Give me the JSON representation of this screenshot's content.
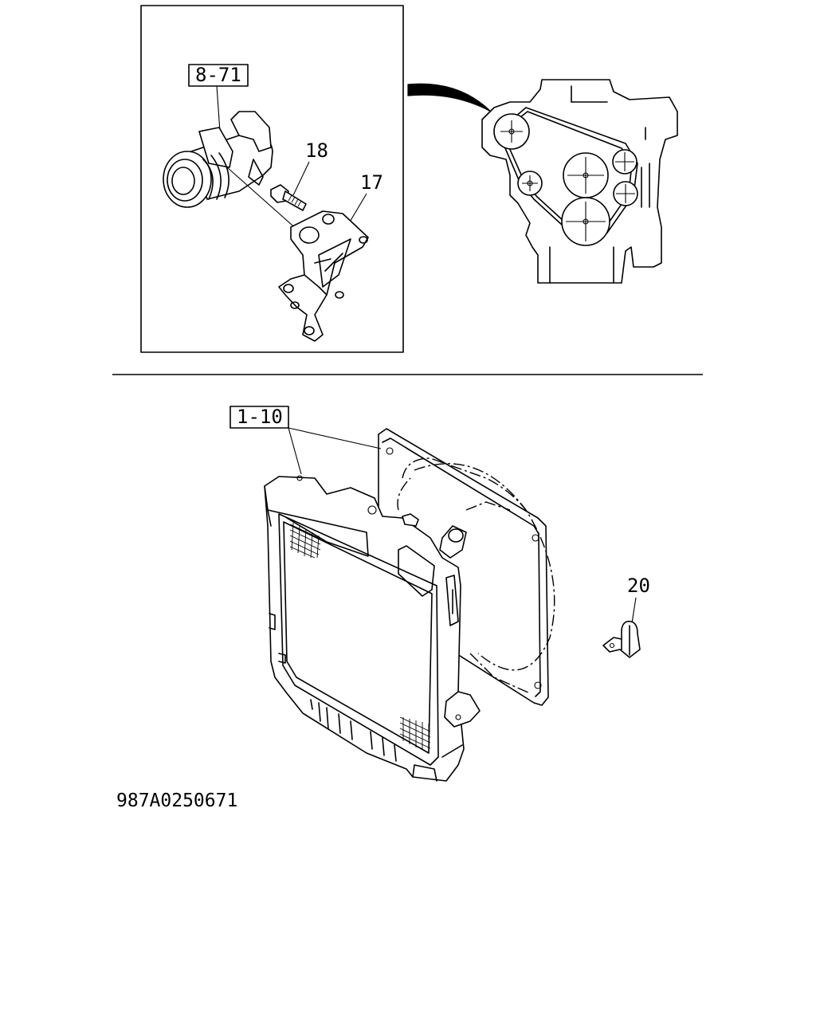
{
  "labels": {
    "compressor_ref": "8-71",
    "bolt_number": "18",
    "bracket_number": "17",
    "radiator_ref": "1-10",
    "clip_number": "20",
    "drawing_code": "987A0250671"
  }
}
